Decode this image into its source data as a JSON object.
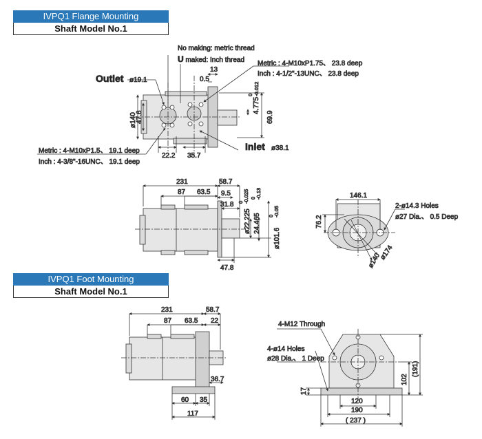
{
  "flange": {
    "title": "IVPQ1 Flange Mounting",
    "subtitle": "Shaft Model No.1",
    "note_no_marking": "No making: metric thread",
    "note_u_letter": "U",
    "note_u_rest": " maked: Inch thread",
    "outlet_label": "Outlet",
    "outlet_size": "ø19.1",
    "inlet_label": "Inlet",
    "inlet_size": "ø38.1",
    "metric_top": "Metric : 4-M10xP1.75、 23.8 deep",
    "inch_top": "Inch : 4-1/2\"-13UNC、 23.8 deep",
    "metric_bottom": "Metric : 4-M10xP1.5、 19.1 deep",
    "inch_bottom": "Inch : 4-3/8\"-16UNC、 19.1 deep",
    "dims": {
      "d13": "13",
      "d0_5": "0.5",
      "d4_775": "4.775",
      "tol_4775_a": "0",
      "tol_4775_b": "-0.012",
      "d69_9": "69.9",
      "d140": "ø140",
      "d47_6": "47.6",
      "d22_2": "22.2",
      "d35_7": "35.7",
      "d231": "231",
      "d58_7": "58.7",
      "d87": "87",
      "d63_5": "63.5",
      "d9_5": "9.5",
      "d31_8": "31.8",
      "d22_225": "ø22.225",
      "tol_22225_a": "0",
      "tol_22225_b": "-0.025",
      "d24_465": "24.465",
      "tol_24465_a": "0",
      "tol_24465_b": "-0.13",
      "d101_6": "ø101.6",
      "tol_1016_a": "0",
      "tol_1016_b": "-0.05",
      "d47_8": "47.8",
      "d146_1": "146.1",
      "d76_2": "76.2",
      "holes": "2-ø14.3 Holes",
      "spot": "ø27 Dia.、 0.5 Deep",
      "d174": "ø174",
      "d140b": "ø140"
    }
  },
  "foot": {
    "title": "IVPQ1 Foot Mounting",
    "subtitle": "Shaft Model No.1",
    "through": "4-M12 Through",
    "holes": "4-ø14 Holes",
    "spot": "ø28 Dia.、 1 Deep",
    "dims": {
      "d231": "231",
      "d58_7": "58.7",
      "d87": "87",
      "d63_5": "63.5",
      "d22": "22",
      "d36_7": "36.7",
      "d60": "60",
      "d35": "35",
      "d117": "117",
      "d17": "17",
      "d120": "120",
      "d190": "190",
      "d237": "( 237 )",
      "d102": "102",
      "d191": "(191)"
    }
  }
}
